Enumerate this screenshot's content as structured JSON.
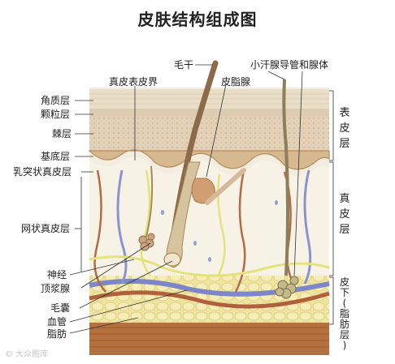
{
  "title": "皮肤结构组成图",
  "top_labels": {
    "hair_shaft": "毛干",
    "dermis_boundary": "真皮表皮界",
    "sebaceous_gland": "皮脂腺",
    "sweat_duct": "小汗腺导管和腺体"
  },
  "left_labels": {
    "stratum_corneum": "角质层",
    "stratum_granulosum": "颗粒层",
    "stratum_spinosum": "棘层",
    "stratum_basale": "基底层",
    "papillary_dermis": "乳突状真皮层",
    "reticular_dermis": "网状真皮层",
    "nerve": "神经",
    "apocrine_gland": "顶浆腺",
    "hair_follicle": "毛囊",
    "blood_vessel": "血管",
    "fat": "脂肪"
  },
  "right_labels": {
    "epidermis": "表\n皮\n层",
    "dermis": "真\n皮\n层",
    "subcutis": "皮\n下\n(\n脂\n肪\n层\n)"
  },
  "watermark": "© 大众图库"
}
